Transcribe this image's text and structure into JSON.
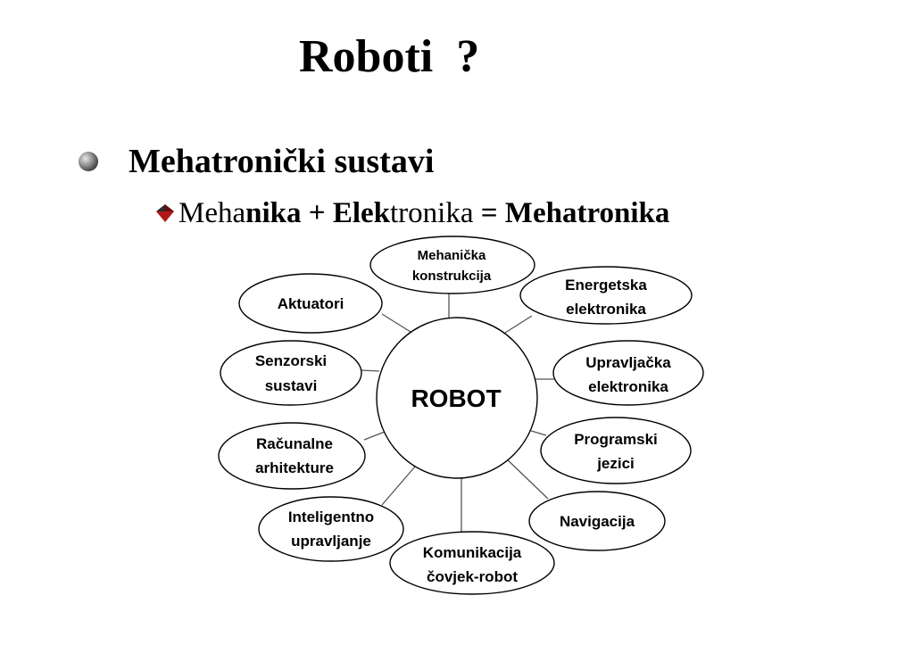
{
  "title": "Roboti  ?",
  "bullet": {
    "icon": "sphere-bullet-icon",
    "text": "Mehatronički sustavi"
  },
  "sub_bullet": {
    "icon": "red-arrow-bullet-icon",
    "parts": {
      "p1": "Meha",
      "p2": "nika",
      "p3": " + ",
      "p4": "Elek",
      "p5": "tronika",
      "p6": " = Mehatronika"
    }
  },
  "diagram": {
    "center": "ROBOT",
    "nodes": {
      "mehanicka": [
        "Mehanička",
        "konstrukcija"
      ],
      "energetska": [
        "Energetska",
        "elektronika"
      ],
      "upravljacka": [
        "Upravljačka",
        "elektronika"
      ],
      "programski": [
        "Programski",
        "jezici"
      ],
      "navigacija": [
        "Navigacija"
      ],
      "komunikacija": [
        "Komunikacija",
        "čovjek-robot"
      ],
      "inteligentno": [
        "Inteligentno",
        "upravljanje"
      ],
      "racunalne": [
        "Računalne",
        "arhitekture"
      ],
      "senzorski": [
        "Senzorski",
        "sustavi"
      ],
      "aktuatori": [
        "Aktuatori"
      ]
    }
  }
}
